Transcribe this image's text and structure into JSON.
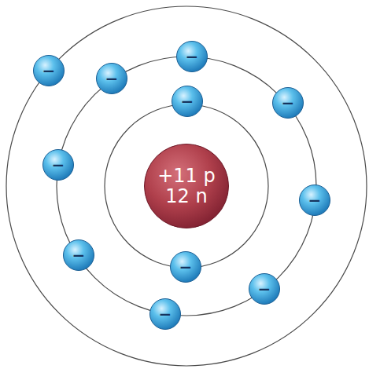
{
  "diagram": {
    "nodes": [
      {
        "text": [
          "+11 p",
          "12 n"
        ]
      },
      {
        "text": [
          "−"
        ]
      },
      {
        "text": [
          "−"
        ]
      },
      {
        "text": [
          "−"
        ]
      },
      {
        "text": [
          "−"
        ]
      },
      {
        "text": [
          "−"
        ]
      },
      {
        "text": [
          "−"
        ]
      },
      {
        "text": [
          "−"
        ]
      },
      {
        "text": [
          "−"
        ]
      },
      {
        "text": [
          "−"
        ]
      },
      {
        "text": [
          "−"
        ]
      },
      {
        "text": [
          "−"
        ]
      }
    ]
  }
}
